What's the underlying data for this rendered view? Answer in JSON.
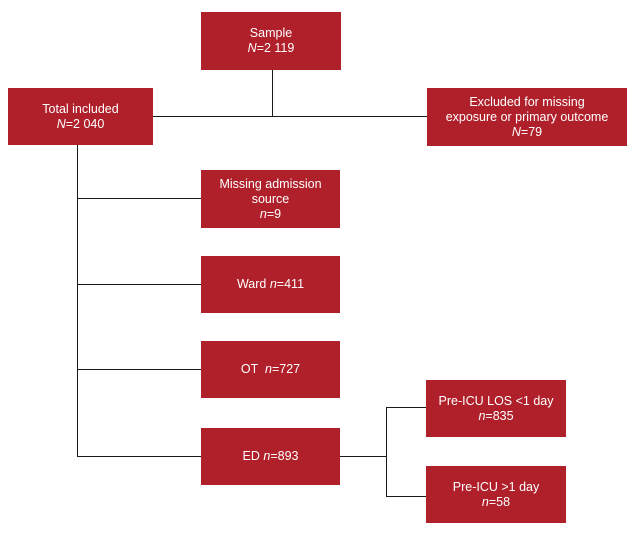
{
  "colors": {
    "box_fill": "#b0202a",
    "box_text": "#ffffff",
    "connector": "#1a1a1a"
  },
  "nodes": {
    "sample": {
      "line1": "Sample",
      "n_var": "N",
      "n_val": "=2 119"
    },
    "total": {
      "line1": "Total included",
      "n_var": "N",
      "n_val": "=2 040"
    },
    "excluded": {
      "line1": "Excluded for missing",
      "line2": "exposure or primary outcome",
      "n_var": "N",
      "n_val": "=79"
    },
    "missing": {
      "line1": "Missing admission",
      "line2": "source",
      "n_var": "n",
      "n_val": "=9"
    },
    "ward": {
      "label": "Ward ",
      "n_var": "n",
      "n_val": "=411"
    },
    "ot": {
      "label": "OT  ",
      "n_var": "n",
      "n_val": "=727"
    },
    "ed": {
      "label": "ED ",
      "n_var": "n",
      "n_val": "=893"
    },
    "lt1": {
      "line1": "Pre-ICU LOS <1 day",
      "n_var": "n",
      "n_val": "=835"
    },
    "gt1": {
      "line1": "Pre-ICU >1 day",
      "n_var": "n",
      "n_val": "=58"
    }
  }
}
